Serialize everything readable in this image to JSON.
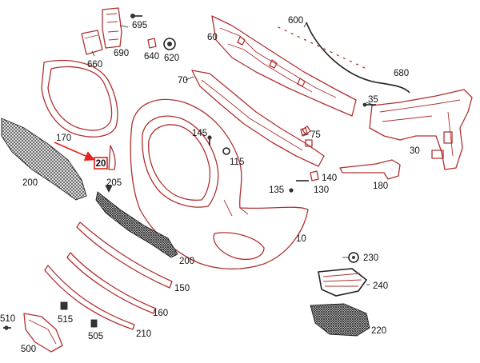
{
  "callouts": {
    "p600": "600",
    "p695": "695",
    "p690": "690",
    "p660": "660",
    "p640": "640",
    "p620": "620",
    "p60": "60",
    "p680": "680",
    "p70": "70",
    "p35": "35",
    "p170": "170",
    "p145": "145",
    "p75": "75",
    "p115": "115",
    "p30": "30",
    "p200a": "200",
    "p205": "205",
    "p135": "135",
    "p140": "140",
    "p130": "130",
    "p180": "180",
    "p10": "10",
    "p230": "230",
    "p200b": "200",
    "p240": "240",
    "p150": "150",
    "p160": "160",
    "p510": "510",
    "p515": "515",
    "p220": "220",
    "p210": "210",
    "p505": "505",
    "p500": "500"
  },
  "highlight_marker": "20",
  "colors": {
    "outline": "#b0302f",
    "ink": "#222222",
    "arrow": "#e8211d",
    "marker_box": "#d7261e"
  }
}
